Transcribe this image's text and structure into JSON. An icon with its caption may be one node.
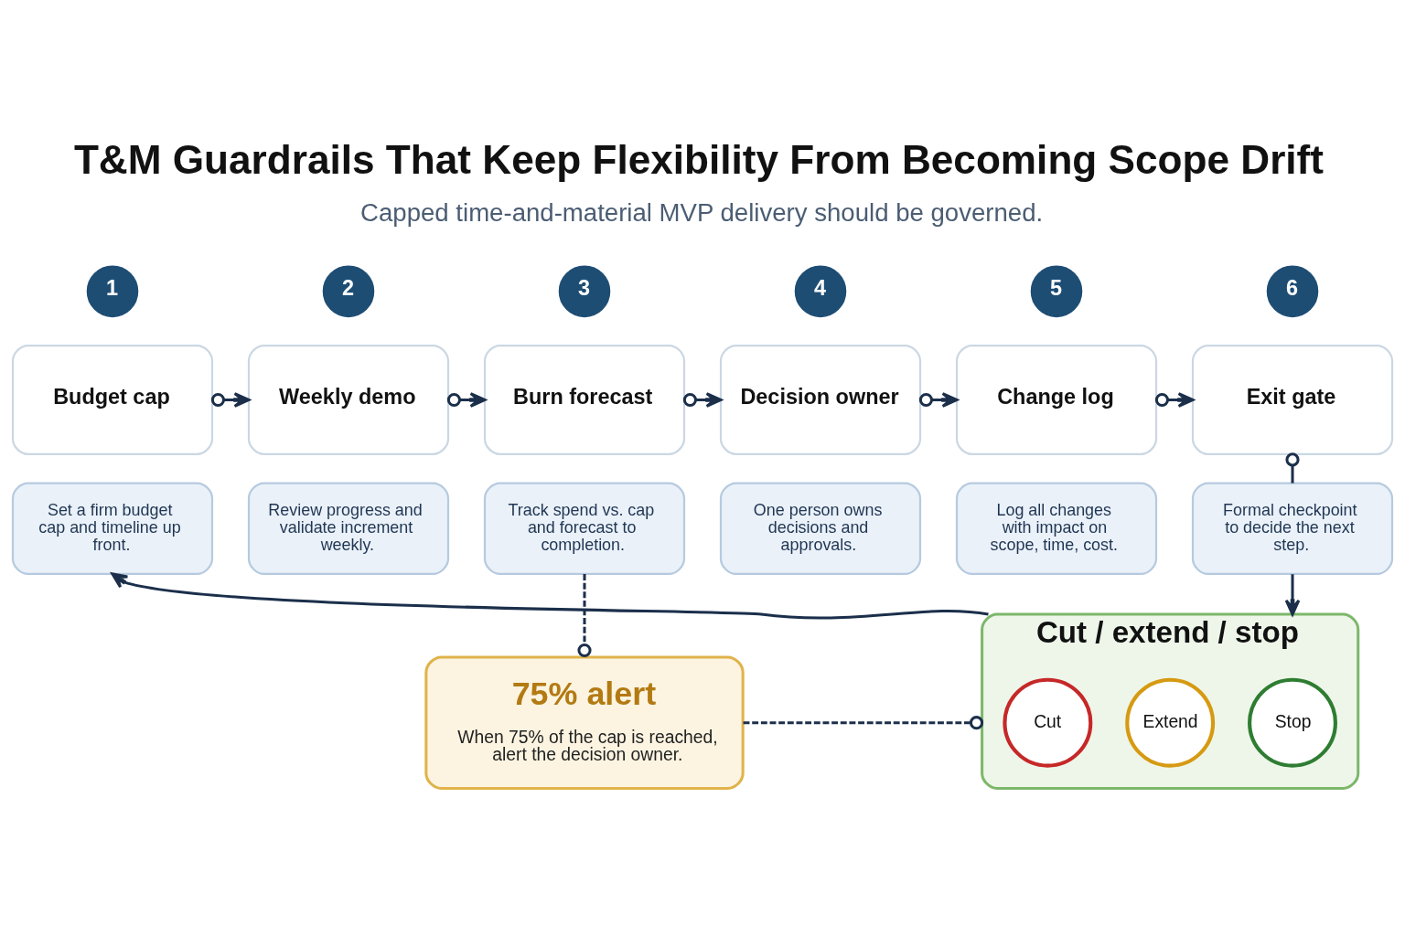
{
  "diagram": {
    "title": "T&M Guardrails That Keep Flexibility From Becoming Scope Drift",
    "nodes": [
      {
        "text": [
          "1"
        ]
      },
      {
        "text": [
          "Budget cap"
        ]
      },
      {
        "text": [
          "Set a firm budget cap and timeline up front."
        ]
      },
      {
        "text": [
          "2"
        ]
      },
      {
        "text": [
          "Weekly demo"
        ]
      },
      {
        "text": [
          "Review progress and validate increment weekly."
        ]
      },
      {
        "text": [
          "3"
        ]
      },
      {
        "text": [
          "Burn forecast"
        ]
      },
      {
        "text": [
          "Track spend vs. cap and forecast to completion."
        ]
      },
      {
        "text": [
          "4"
        ]
      },
      {
        "text": [
          "Decision owner"
        ]
      },
      {
        "text": [
          "One person owns decisions and approvals."
        ]
      },
      {
        "text": [
          "5"
        ]
      },
      {
        "text": [
          "Change log"
        ]
      },
      {
        "text": [
          "Log all changes with impact on scope, time, cost."
        ]
      },
      {
        "text": [
          "6"
        ]
      },
      {
        "text": [
          "Exit gate"
        ]
      },
      {
        "text": [
          "Formal checkpoint to decide the next step."
        ]
      },
      {
        "text": [
          "75% alert",
          "When 75% of the cap is reached, alert the decision owner."
        ]
      },
      {
        "text": [
          "Cut / extend / stop"
        ]
      },
      {
        "text": [
          "Cut"
        ],
        "in": 19
      },
      {
        "text": [
          "Extend"
        ],
        "in": 19
      },
      {
        "text": [
          "Stop"
        ],
        "in": 19
      }
    ],
    "edges": [
      {
        "from": 1,
        "to": 4,
        "arrow": "to"
      },
      {
        "from": 4,
        "to": 7,
        "arrow": "to"
      },
      {
        "from": 7,
        "to": 10,
        "arrow": "to"
      },
      {
        "from": 10,
        "to": 13,
        "arrow": "to"
      },
      {
        "from": 13,
        "to": 16,
        "arrow": "to"
      },
      {
        "from": 17,
        "to": 16,
        "arrow": "other"
      },
      {
        "from": 8,
        "to": 18,
        "arrow": "other",
        "style": "dashed"
      },
      {
        "from": 18,
        "to": 19,
        "arrow": "other",
        "style": "dashed"
      },
      {
        "from": 17,
        "to": 19,
        "arrow": "to"
      },
      {
        "from": 19,
        "to": 2,
        "arrow": "to"
      }
    ],
    "labels": [
      "Capped time-and-material MVP delivery should be governed."
    ]
  }
}
